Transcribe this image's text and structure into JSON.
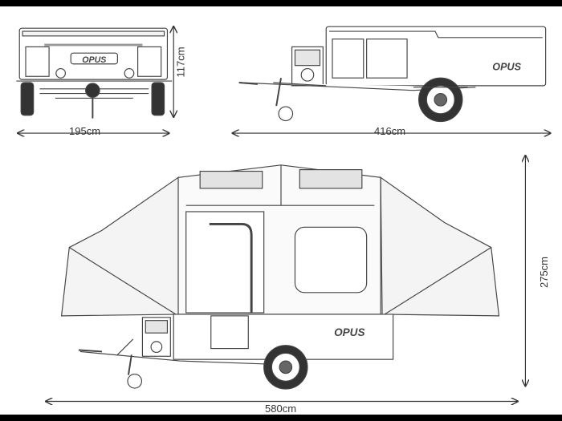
{
  "brand": "OPUS",
  "dimensions": {
    "rear_width": "195cm",
    "rear_height": "117cm",
    "closed_length": "416cm",
    "open_length": "580cm",
    "open_height": "275cm"
  }
}
